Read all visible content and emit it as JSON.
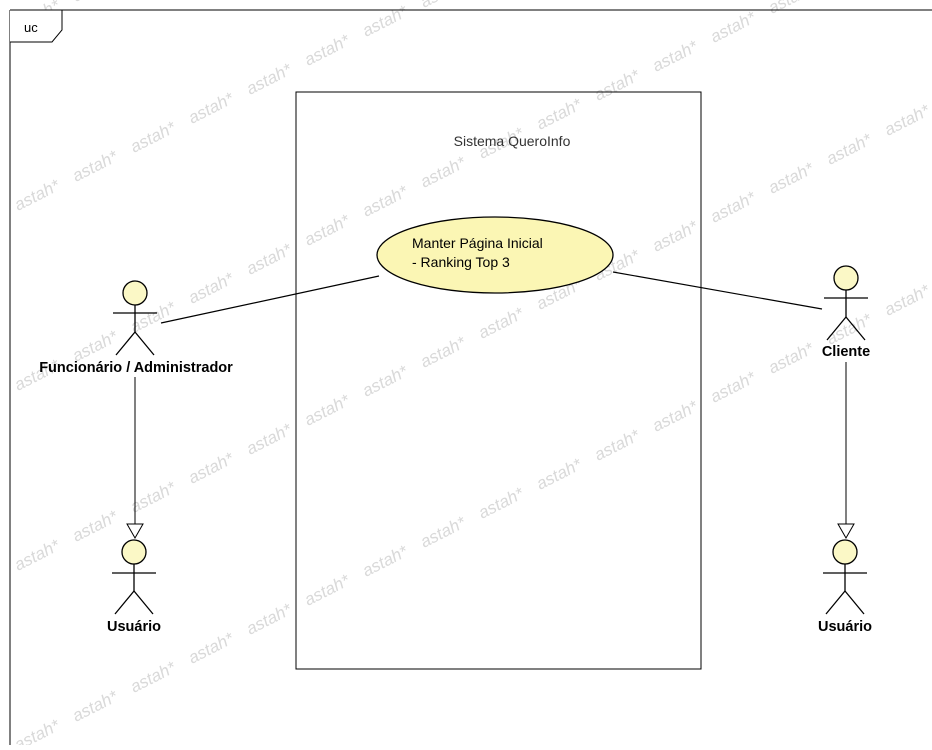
{
  "diagram": {
    "frame_tag": "uc",
    "watermark_text": "astah*",
    "system": {
      "name": "Sistema QueroInfo"
    },
    "use_case": {
      "line1": "Manter Página Inicial",
      "line2": "- Ranking Top 3"
    },
    "actors": {
      "funcionario": "Funcionário / Administrador",
      "usuario_left": "Usuário",
      "cliente": "Cliente",
      "usuario_right": "Usuário"
    },
    "colors": {
      "actor_fill": "#fbf8c6",
      "usecase_fill": "#fbf6b4",
      "line": "#000000",
      "watermark": "#d9d9d9"
    }
  }
}
